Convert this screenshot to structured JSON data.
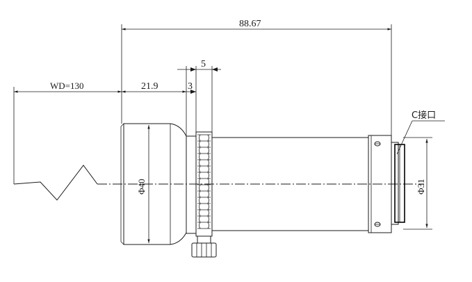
{
  "drawing": {
    "dimensions": {
      "total_length": "88.67",
      "working_distance": "WD=130",
      "front_length": "21.9",
      "ring_offset": "3",
      "ring_width": "5",
      "front_diameter": "Φ40",
      "mount_diameter": "Φ31"
    },
    "callouts": {
      "mount_label": "C接口"
    }
  }
}
